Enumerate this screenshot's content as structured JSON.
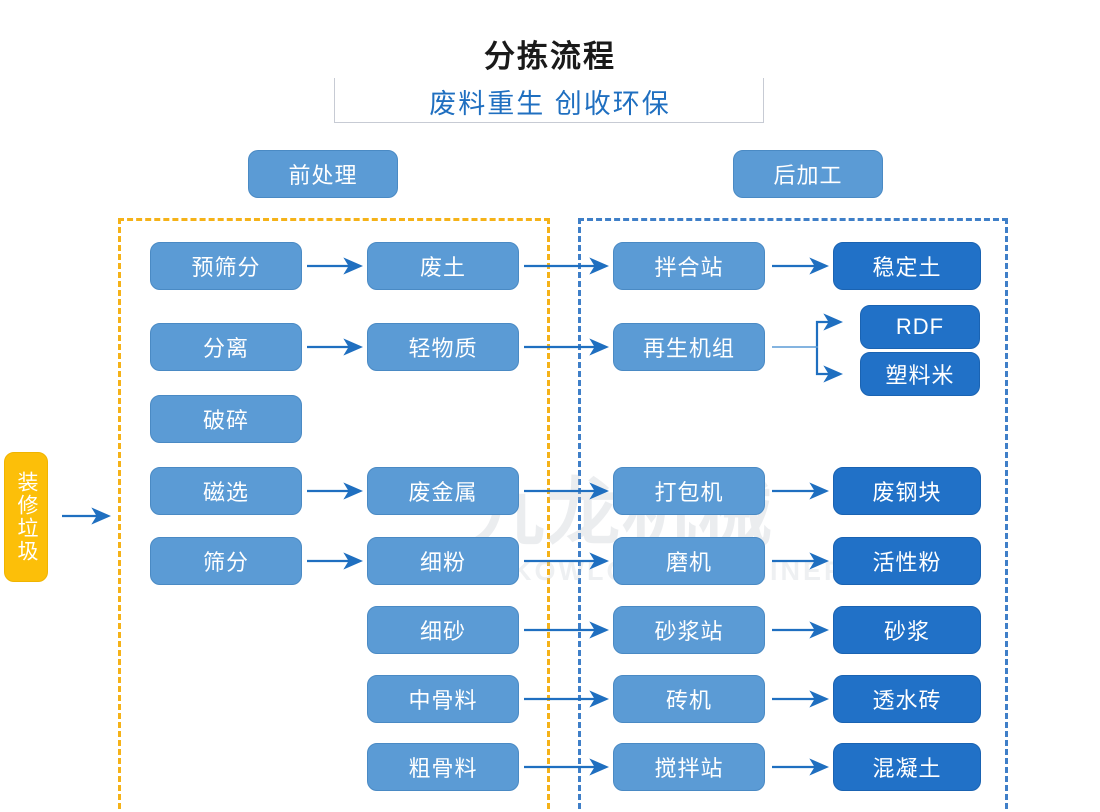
{
  "header": {
    "title": "分拣流程",
    "subtitle": "废料重生 创收环保"
  },
  "sections": {
    "pre_label": "前处理",
    "post_label": "后加工"
  },
  "watermark": {
    "cn": "九龙机械",
    "en": "KOWLOONMACHINERY"
  },
  "colors": {
    "light_blue": "#5B9BD5",
    "dark_blue": "#2171C7",
    "yellow": "#FCBF09",
    "arrow_blue": "#1F6FC0",
    "zone_pre_border": "#F5B218",
    "zone_post_border": "#3F7FC8",
    "title_text": "#1A1A1A",
    "subtitle_text": "#1F6FC0",
    "rule_gray": "#C7CBD4"
  },
  "chart_data": {
    "type": "flowchart",
    "title": "分拣流程",
    "subtitle": "废料重生 创收环保",
    "input": {
      "id": "in",
      "label": "装修垃圾",
      "style": "yellow"
    },
    "groups": [
      {
        "id": "pre",
        "label": "前处理",
        "border": "dashed-orange"
      },
      {
        "id": "post",
        "label": "后加工",
        "border": "dashed-blue"
      }
    ],
    "nodes": [
      {
        "id": "p1",
        "label": "预筛分",
        "group": "pre",
        "col": 1,
        "style": "light"
      },
      {
        "id": "p2",
        "label": "分离",
        "group": "pre",
        "col": 1,
        "style": "light"
      },
      {
        "id": "p3",
        "label": "破碎",
        "group": "pre",
        "col": 1,
        "style": "light"
      },
      {
        "id": "p4",
        "label": "磁选",
        "group": "pre",
        "col": 1,
        "style": "light"
      },
      {
        "id": "p5",
        "label": "筛分",
        "group": "pre",
        "col": 1,
        "style": "light"
      },
      {
        "id": "m1",
        "label": "废土",
        "group": "pre",
        "col": 2,
        "style": "light"
      },
      {
        "id": "m2",
        "label": "轻物质",
        "group": "pre",
        "col": 2,
        "style": "light"
      },
      {
        "id": "m3",
        "label": "废金属",
        "group": "pre",
        "col": 2,
        "style": "light"
      },
      {
        "id": "m4",
        "label": "细粉",
        "group": "pre",
        "col": 2,
        "style": "light"
      },
      {
        "id": "m5",
        "label": "细砂",
        "group": "pre",
        "col": 2,
        "style": "light"
      },
      {
        "id": "m6",
        "label": "中骨料",
        "group": "pre",
        "col": 2,
        "style": "light"
      },
      {
        "id": "m7",
        "label": "粗骨料",
        "group": "pre",
        "col": 2,
        "style": "light"
      },
      {
        "id": "q1",
        "label": "拌合站",
        "group": "post",
        "col": 3,
        "style": "light"
      },
      {
        "id": "q2",
        "label": "再生机组",
        "group": "post",
        "col": 3,
        "style": "light"
      },
      {
        "id": "q3",
        "label": "打包机",
        "group": "post",
        "col": 3,
        "style": "light"
      },
      {
        "id": "q4",
        "label": "磨机",
        "group": "post",
        "col": 3,
        "style": "light"
      },
      {
        "id": "q5",
        "label": "砂浆站",
        "group": "post",
        "col": 3,
        "style": "light"
      },
      {
        "id": "q6",
        "label": "砖机",
        "group": "post",
        "col": 3,
        "style": "light"
      },
      {
        "id": "q7",
        "label": "搅拌站",
        "group": "post",
        "col": 3,
        "style": "light"
      },
      {
        "id": "r1",
        "label": "稳定土",
        "group": "post",
        "col": 4,
        "style": "dark"
      },
      {
        "id": "r2",
        "label": "RDF",
        "group": "post",
        "col": 4,
        "style": "dark"
      },
      {
        "id": "r3",
        "label": "塑料米",
        "group": "post",
        "col": 4,
        "style": "dark"
      },
      {
        "id": "r4",
        "label": "废钢块",
        "group": "post",
        "col": 4,
        "style": "dark"
      },
      {
        "id": "r5",
        "label": "活性粉",
        "group": "post",
        "col": 4,
        "style": "dark"
      },
      {
        "id": "r6",
        "label": "砂浆",
        "group": "post",
        "col": 4,
        "style": "dark"
      },
      {
        "id": "r7",
        "label": "透水砖",
        "group": "post",
        "col": 4,
        "style": "dark"
      },
      {
        "id": "r8",
        "label": "混凝土",
        "group": "post",
        "col": 4,
        "style": "dark"
      }
    ],
    "edges": [
      {
        "from": "in",
        "to": "p-group"
      },
      {
        "from": "p1",
        "to": "m1"
      },
      {
        "from": "p2",
        "to": "m2"
      },
      {
        "from": "p4",
        "to": "m3"
      },
      {
        "from": "p5",
        "to": "m4"
      },
      {
        "from": "m1",
        "to": "q1"
      },
      {
        "from": "m2",
        "to": "q2"
      },
      {
        "from": "m3",
        "to": "q3"
      },
      {
        "from": "m4",
        "to": "q4"
      },
      {
        "from": "m5",
        "to": "q5"
      },
      {
        "from": "m6",
        "to": "q6"
      },
      {
        "from": "m7",
        "to": "q7"
      },
      {
        "from": "q1",
        "to": "r1"
      },
      {
        "from": "q2",
        "to": "r2"
      },
      {
        "from": "q2",
        "to": "r3"
      },
      {
        "from": "q3",
        "to": "r4"
      },
      {
        "from": "q4",
        "to": "r5"
      },
      {
        "from": "q5",
        "to": "r6"
      },
      {
        "from": "q6",
        "to": "r7"
      },
      {
        "from": "q7",
        "to": "r8"
      }
    ]
  }
}
